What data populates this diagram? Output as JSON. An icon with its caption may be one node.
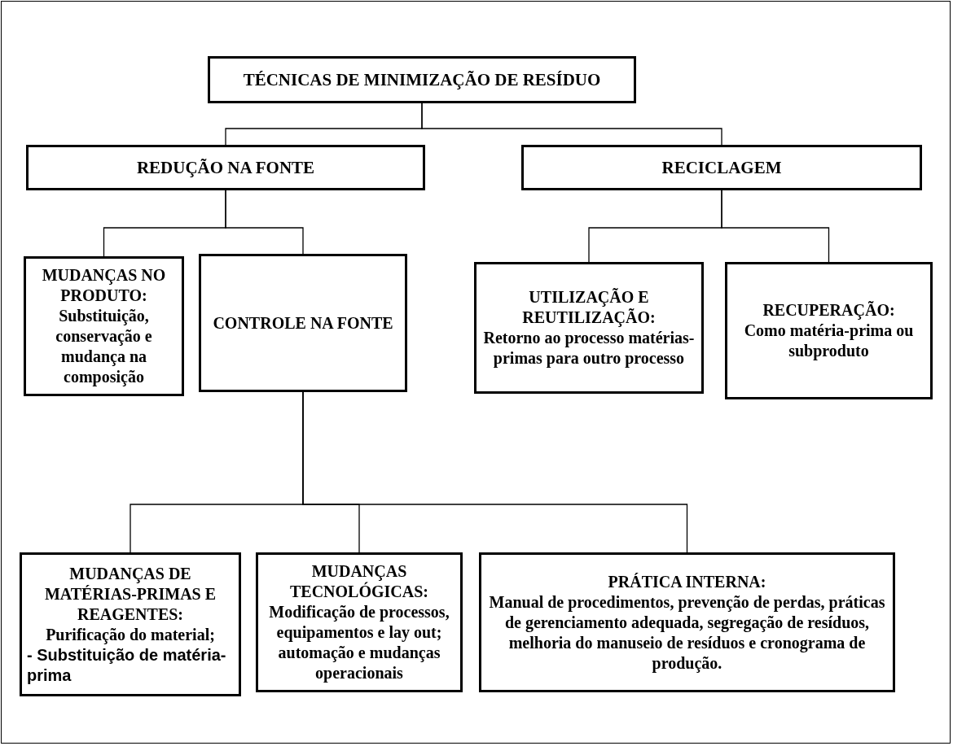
{
  "diagram": {
    "nodes": [
      {
        "text": [
          "TÉCNICAS DE MINIMIZAÇÃO DE RESÍDUO"
        ]
      },
      {
        "text": [
          "REDUÇÃO NA FONTE"
        ]
      },
      {
        "text": [
          "RECICLAGEM"
        ]
      },
      {
        "text": [
          "MUDANÇAS NO PRODUTO:",
          "Substituição, conservação e mudança na composição"
        ]
      },
      {
        "text": [
          "CONTROLE NA FONTE"
        ]
      },
      {
        "text": [
          "UTILIZAÇÃO E REUTILIZAÇÃO:",
          "Retorno ao processo matérias-primas para outro processo"
        ]
      },
      {
        "text": [
          "RECUPERAÇÃO:",
          "Como matéria-prima ou subproduto"
        ]
      },
      {
        "text": [
          "MUDANÇAS DE MATÉRIAS-PRIMAS E REAGENTES:",
          "Purificação do material;",
          "- Substituição de matéria-prima"
        ]
      },
      {
        "text": [
          "MUDANÇAS TECNOLÓGICAS:",
          "Modificação de processos, equipamentos e lay out; automação e mudanças operacionais"
        ]
      },
      {
        "text": [
          "PRÁTICA INTERNA:",
          "Manual de procedimentos, prevenção de perdas, práticas de gerenciamento adequada, segregação de resíduos, melhoria do manuseio de resíduos e cronograma de produção."
        ]
      }
    ],
    "edges": [
      {
        "from": 0,
        "to": 1,
        "arrow": "none"
      },
      {
        "from": 0,
        "to": 2,
        "arrow": "none"
      },
      {
        "from": 1,
        "to": 3,
        "arrow": "none"
      },
      {
        "from": 1,
        "to": 4,
        "arrow": "none"
      },
      {
        "from": 2,
        "to": 5,
        "arrow": "none"
      },
      {
        "from": 2,
        "to": 6,
        "arrow": "none"
      },
      {
        "from": 4,
        "to": 7,
        "arrow": "none"
      },
      {
        "from": 4,
        "to": 8,
        "arrow": "none"
      },
      {
        "from": 4,
        "to": 9,
        "arrow": "none"
      }
    ]
  }
}
